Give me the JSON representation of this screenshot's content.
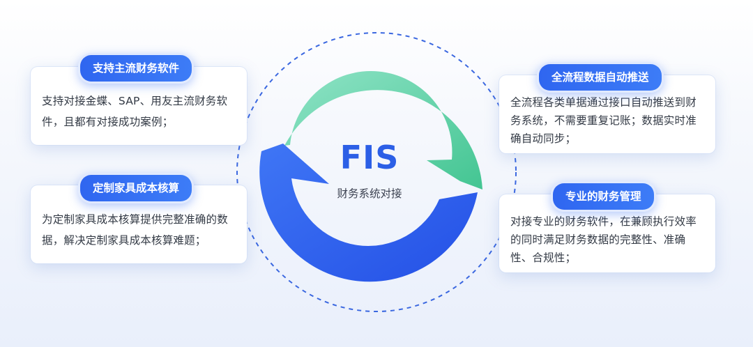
{
  "center": {
    "title": "FIS",
    "subtitle": "财务系统对接"
  },
  "cards": [
    {
      "heading": "支持主流财务软件",
      "body": "支持对接金蝶、SAP、用友主流财务软件，且都有对接成功案例；"
    },
    {
      "heading": "定制家具成本核算",
      "body": "为定制家具成本核算提供完整准确的数据，解决定制家具成本核算难题；"
    },
    {
      "heading": "全流程数据自动推送",
      "body": "全流程各类单据通过接口自动推送到财务系统，不需要重复记账；数据实时准确自动同步；"
    },
    {
      "heading": "专业的财务管理",
      "body": "对接专业的财务软件，在兼顾执行效率的同时满足财务数据的完整性、准确性、合规性；"
    }
  ],
  "colors": {
    "green_arrow": "#4fcf9e",
    "blue_arrow": "#2f5ff0",
    "accent": "#2f66f0",
    "dashed_ring": "#3a67e0"
  }
}
